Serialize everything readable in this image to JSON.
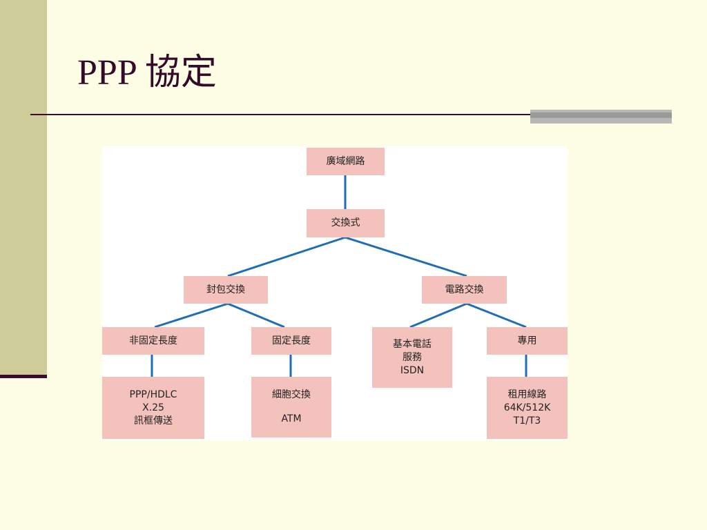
{
  "slide": {
    "title": "PPP 協定"
  },
  "colors": {
    "background": "#FEFDE6",
    "sidebar": "#CECC99",
    "title_text": "#330A28",
    "rule": "#3C0A2E",
    "node_fill": "#F4C2BC",
    "connector": "#1F6DB5"
  },
  "diagram": {
    "root": "廣域網路",
    "switched": "交換式",
    "packet": "封包交換",
    "circuit": "電路交換",
    "variable_length": "非固定長度",
    "fixed_length": "固定長度",
    "basic_phone": [
      "基本電話",
      "服務",
      "ISDN"
    ],
    "dedicated": "專用",
    "frame_transfer": [
      "PPP/HDLC",
      "X.25",
      "訊框傳送"
    ],
    "cell_switching": [
      "細胞交換",
      "ATM"
    ],
    "leased_line": [
      "租用線路",
      "64K/512K",
      "T1/T3"
    ]
  }
}
